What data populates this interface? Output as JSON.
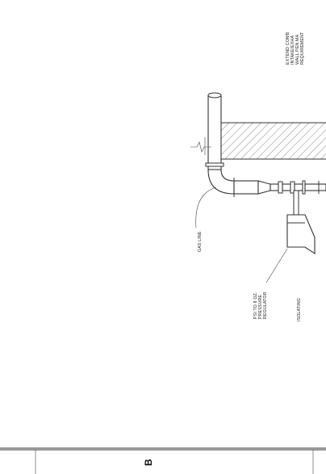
{
  "notes": {
    "vent_note": [
      "EXTEND COMB",
      "INTAKE/EXHA",
      "WALL PEN MA",
      "REQUIREMENT"
    ]
  },
  "labels": {
    "gas_line": "GAS LINE",
    "regulator": [
      "PSI TO 8 OZ.",
      "PRESSURE",
      "REGULATOR"
    ],
    "isolating": "ISOLATING"
  },
  "title_block": {
    "sheet_mark": "B"
  },
  "colors": {
    "line": "#333333",
    "background": "#ffffff"
  }
}
